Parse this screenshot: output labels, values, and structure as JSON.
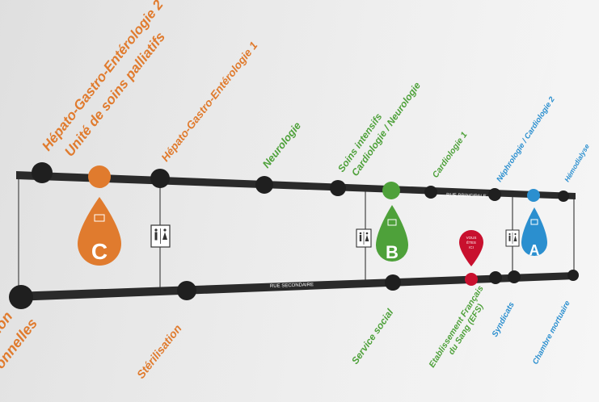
{
  "colors": {
    "orange": "#e07b2e",
    "green": "#4ea13a",
    "blue": "#2b8fcf",
    "red": "#c8102e",
    "track": "#2a2a2a",
    "node": "#1f1f1f"
  },
  "streets": {
    "main": "RUE PRINCIPALE",
    "secondary": "RUE SECONDAIRE"
  },
  "top_labels": {
    "hepato2": "Hépato-Gastro-Entérologie 2",
    "palliatifs": "Unité de soins palliatifs",
    "hepato1": "Hépato-Gastro-Entérologie 1",
    "neurologie": "Neurologie",
    "soins_intensifs": "Soins intensifs",
    "cardio_neuro": "Cardiologie / Neurologie",
    "cardio1": "Cardiologie 1",
    "nephro": "Néphrologie  / Cardiologie 2",
    "hemodialyse": "Hémodialyse"
  },
  "bottom_labels": {
    "tion": "tion",
    "onnelles": "onnelles",
    "sterilisation": "Stérilisation",
    "service_social": "Service social",
    "efs_line1": "Etablissement Français",
    "efs_line2": "du Sang (EFS)",
    "syndicats": "Syndicats",
    "chambre": "Chambre mortuaire"
  },
  "buildings": {
    "c": "C",
    "b": "B",
    "a": "A"
  },
  "you_are_here": {
    "line1": "VOUS",
    "line2": "ÊTES",
    "line3": "ICI"
  },
  "icons": {
    "elevator": "elevator-icon",
    "restroom": "restroom-icon",
    "location_pin": "location-pin-icon"
  }
}
